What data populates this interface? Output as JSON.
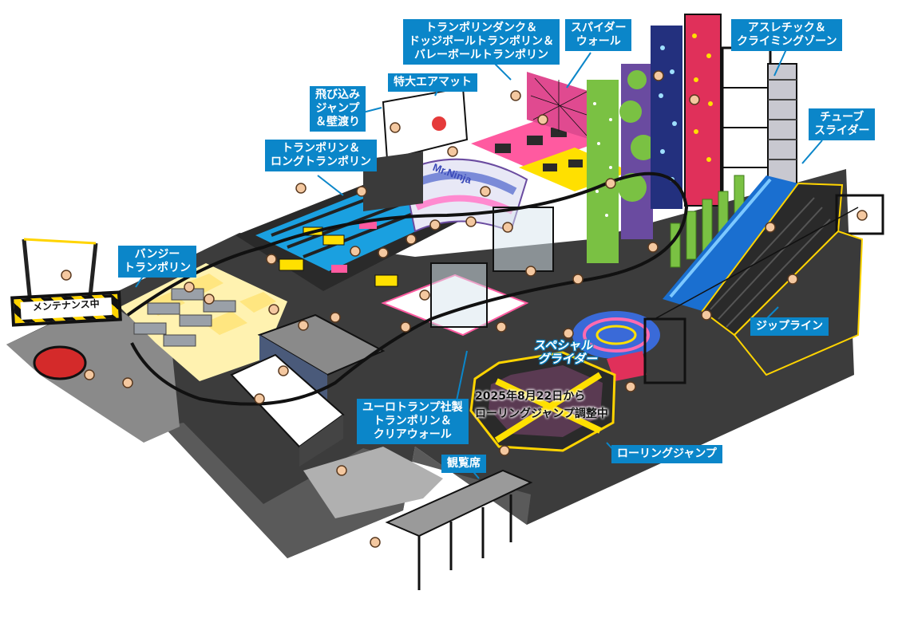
{
  "labels": {
    "trampoline_dunk": [
      "トランポリンダンク＆",
      "ドッジボールトランポリン＆",
      "バレーボールトランポリン"
    ],
    "spider_wall": [
      "スパイダー",
      "ウォール"
    ],
    "athletic": [
      "アスレチック＆",
      "クライミングゾーン"
    ],
    "jump_in": [
      "飛び込み",
      "ジャンプ",
      "＆壁渡り"
    ],
    "air_mat": "特大エアマット",
    "tube_slider": [
      "チューブ",
      "スライダー"
    ],
    "trampoline_long": [
      "トランポリン＆",
      "ロングトランポリン"
    ],
    "bungee": [
      "バンジー",
      "トランポリン"
    ],
    "maintenance": "メンテナンス中",
    "zipline": "ジップライン",
    "special_glider": [
      "スペシャル",
      "グライダー"
    ],
    "euro": [
      "ユーロトランプ社製",
      "トランポリン＆",
      "クリアウォール"
    ],
    "notice": [
      "2025年8月22日から",
      "ローリングジャンプ調整中"
    ],
    "stands": "観覧席",
    "rolling_jump": "ローリングジャンプ",
    "ninja_sign": "Mr.Ninja"
  },
  "colors": {
    "label_bg": "#0b86c9",
    "floor_dark": "#3c3c3c",
    "floor_mid": "#8a8a8a",
    "trampoline_blue": "#1aa0e0",
    "trampoline_pink": "#ff5aa0",
    "trampoline_yellow": "#ffe000",
    "wall_green": "#7ac143",
    "wall_purple": "#6a4ba0",
    "wall_navy": "#23307e",
    "checker": "#fff2b0"
  }
}
